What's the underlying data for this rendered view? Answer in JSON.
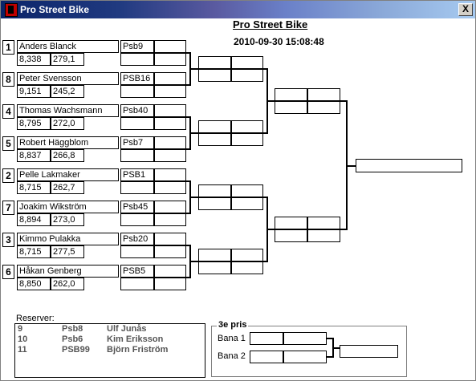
{
  "window": {
    "title": "Pro Street Bike",
    "close_label": "X"
  },
  "header": {
    "title": "Pro Street Bike",
    "datetime": "2010-09-30 15:08:48"
  },
  "racers": [
    {
      "seed": "1",
      "name": "Anders Blanck",
      "et": "8,338",
      "speed": "279,1",
      "bike": "Psb9"
    },
    {
      "seed": "8",
      "name": "Peter Svensson",
      "et": "9,151",
      "speed": "245,2",
      "bike": "PSB16"
    },
    {
      "seed": "4",
      "name": "Thomas Wachsmann",
      "et": "8,795",
      "speed": "272,0",
      "bike": "Psb40"
    },
    {
      "seed": "5",
      "name": "Robert Häggblom",
      "et": "8,837",
      "speed": "266,8",
      "bike": "Psb7"
    },
    {
      "seed": "2",
      "name": "Pelle Lakmaker",
      "et": "8,715",
      "speed": "262,7",
      "bike": "PSB1"
    },
    {
      "seed": "7",
      "name": "Joakim Wikström",
      "et": "8,894",
      "speed": "273,0",
      "bike": "Psb45"
    },
    {
      "seed": "3",
      "name": "Kimmo Pulakka",
      "et": "8,715",
      "speed": "277,5",
      "bike": "Psb20"
    },
    {
      "seed": "6",
      "name": "Håkan Genberg",
      "et": "8,850",
      "speed": "262,0",
      "bike": "PSB5"
    }
  ],
  "reserves": {
    "label": "Reserver:",
    "rows": [
      {
        "num": "9",
        "bike": "Psb8",
        "name": "Ulf Junås"
      },
      {
        "num": "10",
        "bike": "Psb6",
        "name": "Kim Eriksson"
      },
      {
        "num": "11",
        "bike": "PSB99",
        "name": "Björn Friström"
      }
    ]
  },
  "third_place": {
    "label": "3e pris",
    "lane1": "Bana 1",
    "lane2": "Bana 2"
  }
}
